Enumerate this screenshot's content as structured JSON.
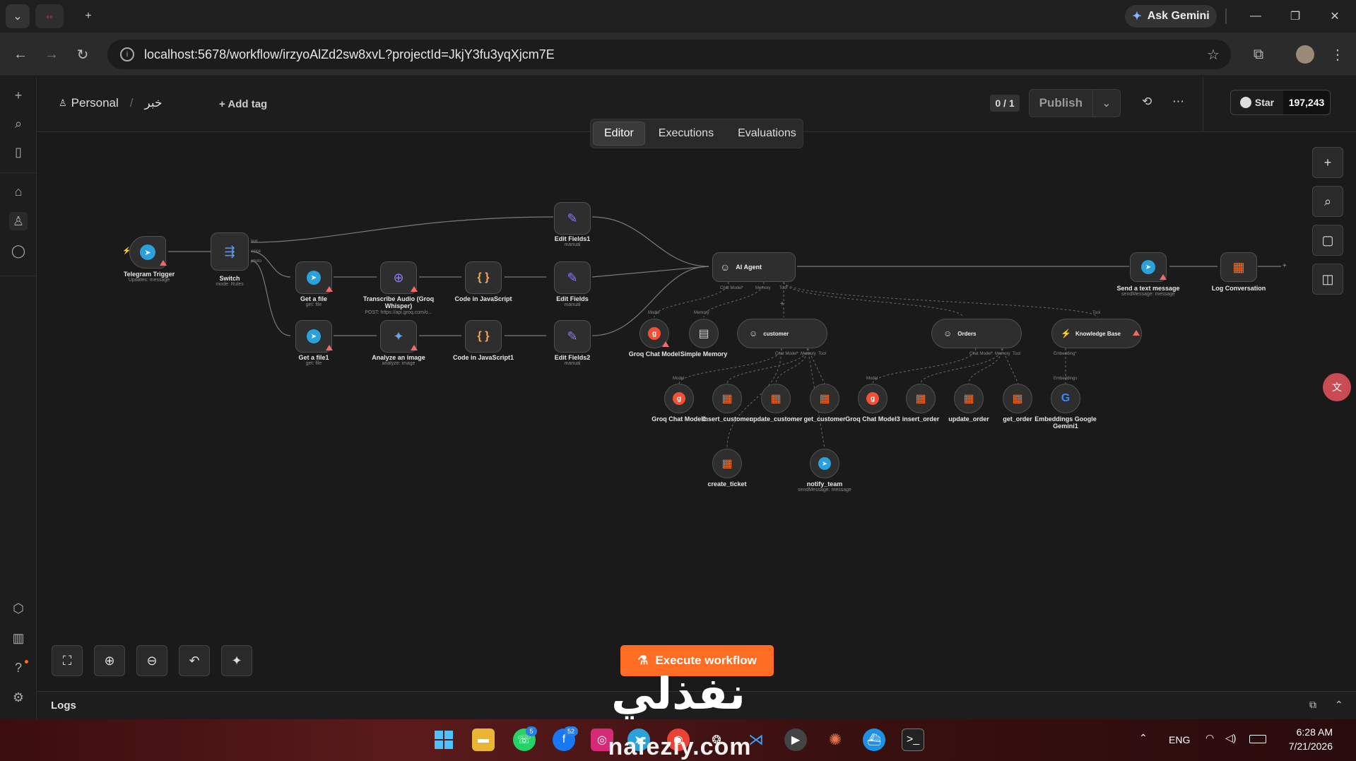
{
  "browser": {
    "url": "localhost:5678/workflow/irzyoAlZd2sw8xvL?projectId=JkjY3fu3yqXjcm7E",
    "ask_gemini": "Ask Gemini"
  },
  "header": {
    "project": "Personal",
    "workflow_name": "خبر",
    "add_tag": "+ Add tag",
    "counter": "0 / 1",
    "publish": "Publish",
    "star": "Star",
    "star_count": "197,243",
    "tabs": [
      "Editor",
      "Executions",
      "Evaluations"
    ]
  },
  "nodes": {
    "telegram_trigger": {
      "label": "Telegram Trigger",
      "sub": "Updates: message"
    },
    "switch": {
      "label": "Switch",
      "sub": "mode: Rules",
      "outputs": [
        "text",
        "voice",
        "photo"
      ]
    },
    "edit_fields1": {
      "label": "Edit Fields1",
      "sub": "manual"
    },
    "get_file": {
      "label": "Get a file",
      "sub": "get: file"
    },
    "transcribe": {
      "label": "Transcribe Audio (Groq Whisper)",
      "sub": "POST: https://api.groq.com/o..."
    },
    "code_js": {
      "label": "Code in JavaScript"
    },
    "edit_fields": {
      "label": "Edit Fields",
      "sub": "manual"
    },
    "get_file1": {
      "label": "Get a file1",
      "sub": "get: file"
    },
    "analyze_image": {
      "label": "Analyze an image",
      "sub": "analyze: image"
    },
    "code_js1": {
      "label": "Code in JavaScript1"
    },
    "edit_fields2": {
      "label": "Edit Fields2",
      "sub": "manual"
    },
    "ai_agent": {
      "label": "AI Agent",
      "ports": [
        "Chat Model*",
        "Memory",
        "Tool"
      ]
    },
    "send_text": {
      "label": "Send a text message",
      "sub": "sendMessage: message"
    },
    "log_conversation": {
      "label": "Log Conversation"
    },
    "groq_model": {
      "label": "Groq Chat Model",
      "port": "Model"
    },
    "simple_memory": {
      "label": "Simple Memory",
      "port": "Memory"
    },
    "customer": {
      "label": "customer",
      "ports": [
        "Chat Model*",
        "Memory",
        "Tool"
      ]
    },
    "orders": {
      "label": "Orders",
      "ports": [
        "Chat Model*",
        "Memory",
        "Tool"
      ]
    },
    "knowledge_base": {
      "label": "Knowledge Base",
      "port_top": "Tool",
      "port_bottom": "Embedding*"
    },
    "groq_model1": {
      "label": "Groq Chat Model1",
      "port": "Model"
    },
    "insert_customer": {
      "label": "insert_customer"
    },
    "update_customer": {
      "label": "update_customer"
    },
    "get_customer": {
      "label": "get_customer"
    },
    "groq_model3": {
      "label": "Groq Chat Model3",
      "port": "Model"
    },
    "insert_order": {
      "label": "insert_order"
    },
    "update_order": {
      "label": "update_order"
    },
    "get_order": {
      "label": "get_order"
    },
    "embeddings": {
      "label": "Embeddings Google Gemini1",
      "port": "Embeddings"
    },
    "create_ticket": {
      "label": "create_ticket"
    },
    "notify_team": {
      "label": "notify_team",
      "sub": "sendMessage: message"
    }
  },
  "execute": "Execute workflow",
  "logs": "Logs",
  "watermark": {
    "arabic": "نفذلي",
    "latin": "nafezly.com"
  },
  "taskbar": {
    "lang": "ENG",
    "time": "6:28 AM",
    "date": "7/21/2026",
    "badge_whatsapp": "5",
    "badge_facebook": "52"
  },
  "colors": {
    "accent": "#ff6d24",
    "telegram": "#2aa1da",
    "warn": "#f06a6a"
  }
}
